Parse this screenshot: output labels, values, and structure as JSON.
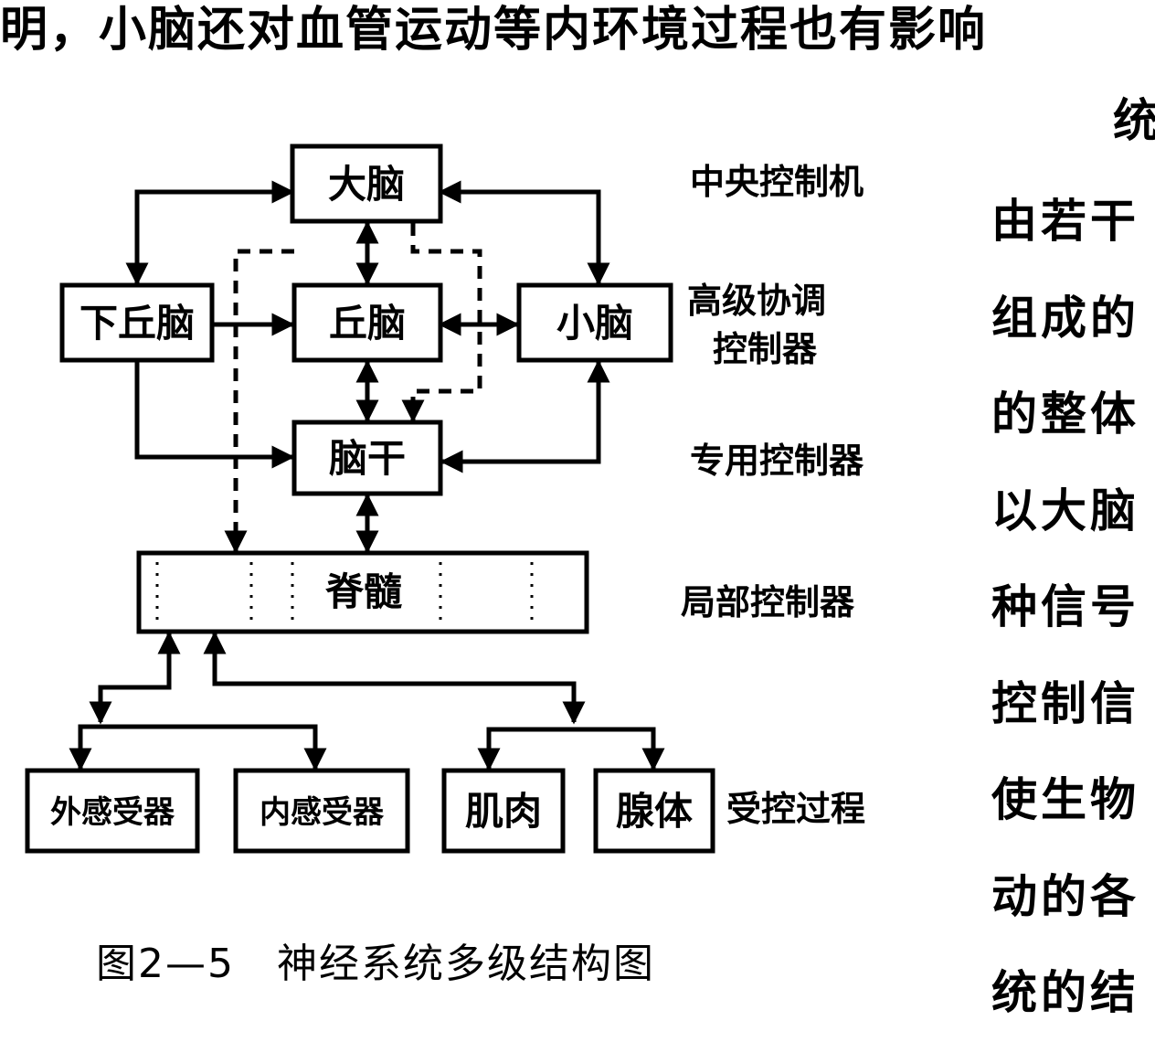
{
  "top_text": "明，小脑还对血管运动等内环境过程也有影响",
  "nodes": {
    "cerebrum": "大脑",
    "hypothalamus": "下丘脑",
    "thalamus": "丘脑",
    "cerebellum": "小脑",
    "brainstem": "脑干",
    "spinal_cord": "脊髓",
    "exteroceptor": "外感受器",
    "interoceptor": "内感受器",
    "muscle": "肌肉",
    "gland": "腺体"
  },
  "levels": {
    "central_controller": "中央控制机",
    "high_level_line1": "高级协调",
    "high_level_line2": "控制器",
    "dedicated_controller": "专用控制器",
    "local_controller": "局部控制器",
    "controlled_process": "受控过程"
  },
  "caption": "图2—5　神经系统多级结构图",
  "right_column": {
    "first": "统",
    "lines": [
      "由若干",
      "组成的",
      "的整体",
      "以大脑",
      "种信号",
      "控制信",
      "使生物",
      "动的各",
      "统的结"
    ]
  }
}
